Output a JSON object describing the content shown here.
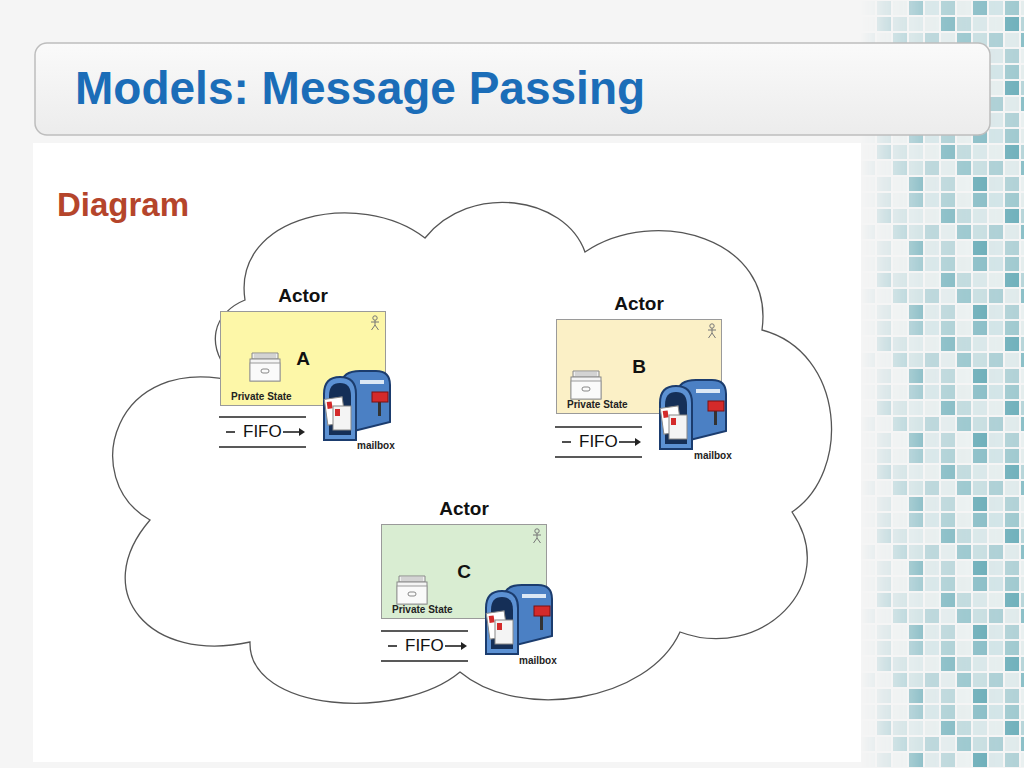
{
  "diagram": {
    "title": "Models: Message Passing",
    "nodes": [
      {
        "text": [
          "Actor",
          "A",
          "Private State"
        ]
      },
      {
        "text": [
          "Actor",
          "B",
          "Private State"
        ]
      },
      {
        "text": [
          "Actor",
          "C",
          "Private State"
        ]
      }
    ],
    "labels": [
      "Diagram",
      "FIFO",
      "mailbox",
      "FIFO",
      "mailbox",
      "FIFO",
      "mailbox"
    ]
  }
}
